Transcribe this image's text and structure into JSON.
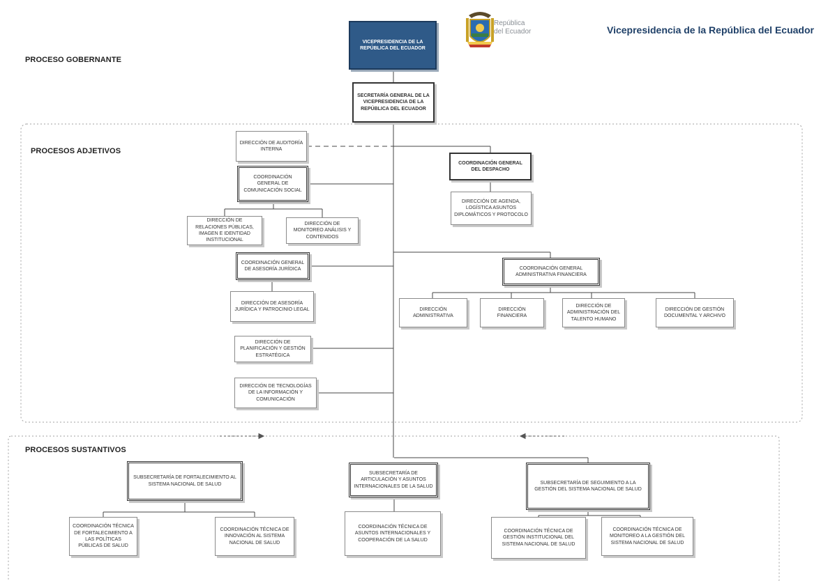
{
  "header": {
    "title": "Vicepresidencia de la República del Ecuador",
    "logo": {
      "line1": "República",
      "line2": "del Ecuador"
    }
  },
  "sections": {
    "gobernante": "PROCESO GOBERNANTE",
    "adjetivos": "PROCESOS ADJETIVOS",
    "sustantivos": "PROCESOS SUSTANTIVOS"
  },
  "units": {
    "vicepresidencia": "VICEPRESIDENCIA DE LA REPÚBLICA DEL ECUADOR",
    "secretaria": "SECRETARÍA GENERAL DE LA VICEPRESIDENCIA DE LA REPÚBLICA DEL ECUADOR",
    "auditoria": "DIRECCIÓN DE AUDITORÍA INTERNA",
    "comunicacion": "COORDINACIÓN GENERAL DE COMUNICACIÓN SOCIAL",
    "relaciones": "DIRECCIÓN DE RELACIONES PÚBLICAS, IMAGEN E IDENTIDAD INSTITUCIONAL",
    "monitoreo": "DIRECCIÓN DE MONITOREO ANÁLISIS Y CONTENIDOS",
    "despacho": "COORDINACIÓN GENERAL DEL DESPACHO",
    "agenda": "DIRECCIÓN DE AGENDA, LOGÍSTICA ASUNTOS DIPLOMÁTICOS Y PROTOCOLO",
    "juridica": "COORDINACIÓN GENERAL DE ASESORÍA JURÍDICA",
    "asesoria_juridica": "DIRECCIÓN DE ASESORÍA JURÍDICA Y PATROCINIO LEGAL",
    "administrativa_financiera": "COORDINACIÓN GENERAL ADMINISTRATIVA FINANCIERA",
    "dir_administrativa": "DIRECCIÓN ADMINISTRATIVA",
    "dir_financiera": "DIRECCIÓN FINANCIERA",
    "talento_humano": "DIRECCIÓN DE ADMINISTRACIÓN DEL TALENTO HUMANO",
    "gestion_documental": "DIRECCIÓN DE GESTIÓN DOCUMENTAL Y ARCHIVO",
    "planificacion": "DIRECCIÓN DE PLANIFICACIÓN Y GESTIÓN ESTRATÉGICA",
    "tecnologias": "DIRECCIÓN DE TECNOLOGÍAS DE LA INFORMACIÓN Y COMUNICACIÓN",
    "sub_fortalecimiento": "SUBSECRETARÍA DE FORTALECIMIENTO AL SISTEMA NACIONAL DE SALUD",
    "coord_fortalecimiento": "COORDINACIÓN TÉCNICA DE FORTALECIMIENTO A LAS POLÍTICAS PÚBLICAS DE SALUD",
    "coord_innovacion": "COORDINACIÓN TÉCNICA DE INNOVACIÓN AL SISTEMA NACIONAL DE SALUD",
    "sub_articulacion": "SUBSECRETARÍA DE ARTICULACIÓN Y ASUNTOS INTERNACIONALES DE LA SALUD",
    "coord_internacionales": "COORDINACIÓN TÉCNICA DE ASUNTOS INTERNACIONALES Y COOPERACIÓN DE LA SALUD",
    "sub_seguimiento": "SUBSECRETARÍA DE SEGUIMIENTO A LA GESTIÓN DEL SISTEMA NACIONAL DE SALUD",
    "coord_gestion": "COORDINACIÓN TÉCNICA DE GESTIÓN INSTITUCIONAL DEL SISTEMA NACIONAL DE SALUD",
    "coord_monitoreo": "COORDINACIÓN TÉCNICA DE MONITOREO A LA GESTIÓN DEL SISTEMA NACIONAL DE SALUD"
  },
  "colors": {
    "top_box": "#2f5a88",
    "title": "#1f4068",
    "line": "#444444",
    "dotted_border": "#9a9a9a"
  }
}
